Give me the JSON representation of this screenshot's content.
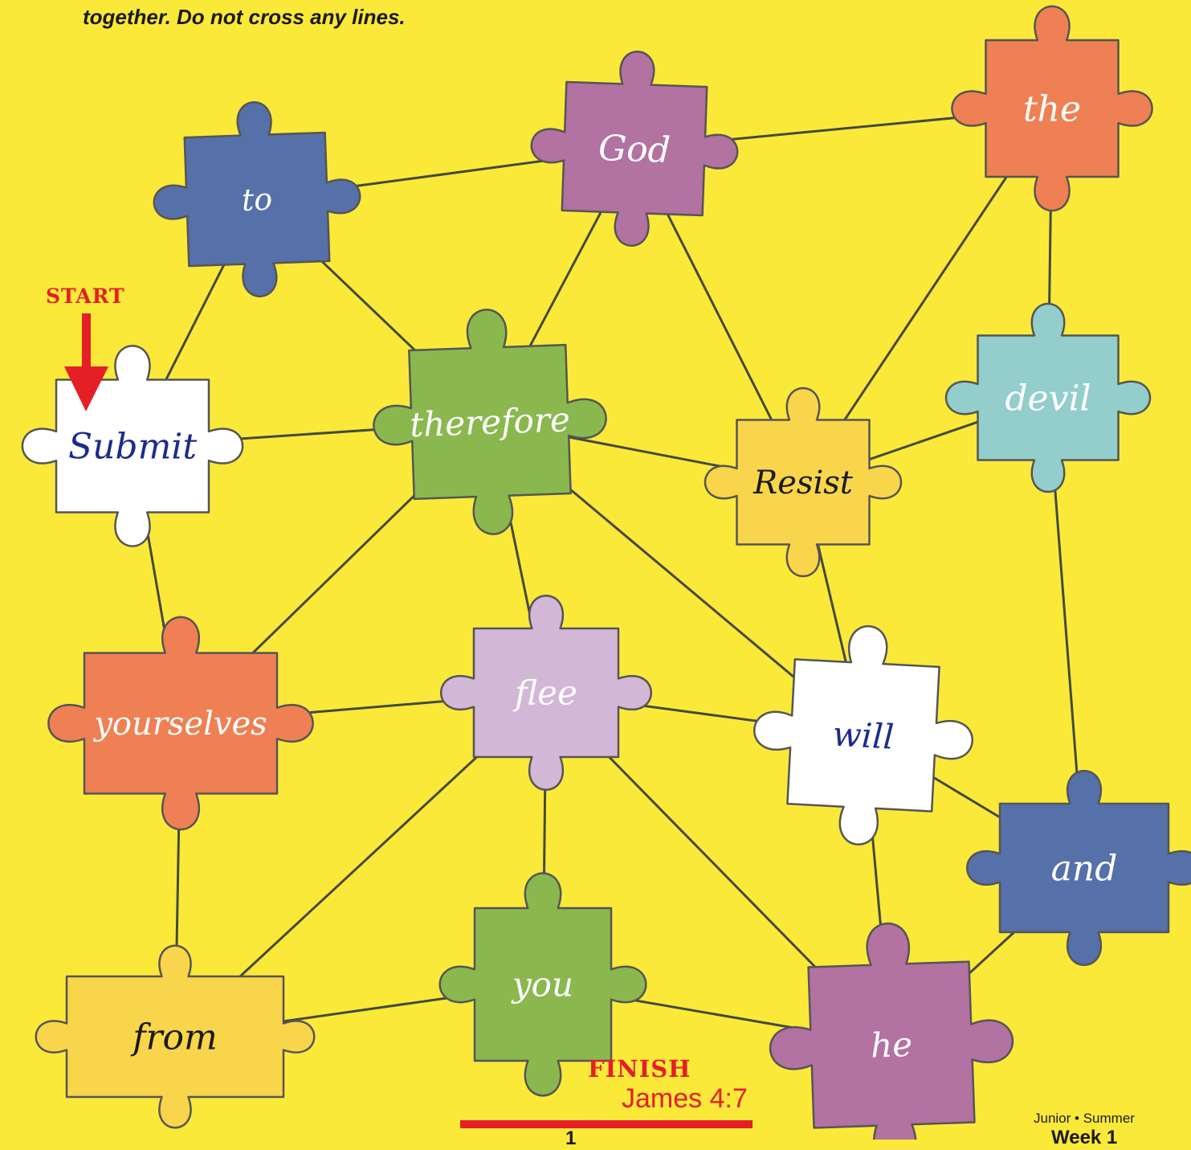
{
  "instructions": "together.  Do not cross any lines.",
  "start_label": "START",
  "finish_label": "FINISH",
  "reference": "James 4:7",
  "page_number": "1",
  "footer": {
    "course": "Junior • Summer",
    "week": "Week 1"
  },
  "pieces": [
    {
      "id": "to",
      "word": "to",
      "fill": "#5670a9",
      "text_color": "#ffffff"
    },
    {
      "id": "god",
      "word": "God",
      "fill": "#b272a2",
      "text_color": "#ffffff"
    },
    {
      "id": "the",
      "word": "the",
      "fill": "#ef8054",
      "text_color": "#ffffff"
    },
    {
      "id": "submit",
      "word": "Submit",
      "fill": "#ffffff",
      "text_color": "#1b2c8c"
    },
    {
      "id": "therefore",
      "word": "therefore",
      "fill": "#8ab84f",
      "text_color": "#ffffff"
    },
    {
      "id": "resist",
      "word": "Resist",
      "fill": "#f8d54a",
      "text_color": "#1a1a1a"
    },
    {
      "id": "devil",
      "word": "devil",
      "fill": "#93cdcc",
      "text_color": "#ffffff"
    },
    {
      "id": "yourselves",
      "word": "yourselves",
      "fill": "#ef8054",
      "text_color": "#ffffff"
    },
    {
      "id": "flee",
      "word": "flee",
      "fill": "#d3b7d6",
      "text_color": "#ffffff"
    },
    {
      "id": "will",
      "word": "will",
      "fill": "#ffffff",
      "text_color": "#1b2c8c"
    },
    {
      "id": "and",
      "word": "and",
      "fill": "#5670a9",
      "text_color": "#ffffff"
    },
    {
      "id": "from",
      "word": "from",
      "fill": "#f8d54a",
      "text_color": "#1a1a1a"
    },
    {
      "id": "you",
      "word": "you",
      "fill": "#8ab84f",
      "text_color": "#ffffff"
    },
    {
      "id": "he",
      "word": "he",
      "fill": "#b272a2",
      "text_color": "#ffffff"
    }
  ],
  "connections": [
    [
      "to",
      "god"
    ],
    [
      "god",
      "the"
    ],
    [
      "to",
      "submit"
    ],
    [
      "to",
      "therefore"
    ],
    [
      "god",
      "therefore"
    ],
    [
      "god",
      "resist"
    ],
    [
      "the",
      "resist"
    ],
    [
      "the",
      "devil"
    ],
    [
      "submit",
      "therefore"
    ],
    [
      "submit",
      "yourselves"
    ],
    [
      "therefore",
      "resist"
    ],
    [
      "resist",
      "devil"
    ],
    [
      "therefore",
      "yourselves"
    ],
    [
      "therefore",
      "flee"
    ],
    [
      "therefore",
      "will"
    ],
    [
      "resist",
      "will"
    ],
    [
      "devil",
      "and"
    ],
    [
      "yourselves",
      "flee"
    ],
    [
      "yourselves",
      "from"
    ],
    [
      "flee",
      "will"
    ],
    [
      "flee",
      "from"
    ],
    [
      "flee",
      "you"
    ],
    [
      "flee",
      "he"
    ],
    [
      "will",
      "and"
    ],
    [
      "will",
      "he"
    ],
    [
      "and",
      "he"
    ],
    [
      "from",
      "you"
    ],
    [
      "you",
      "he"
    ]
  ]
}
